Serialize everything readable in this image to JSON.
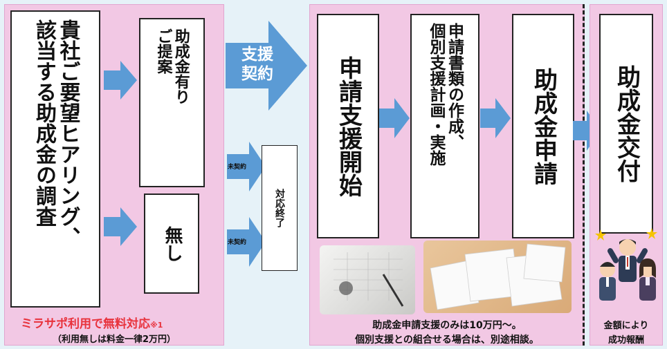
{
  "step1": {
    "title": "貴社ご要望ヒアリング、\n該当する助成金の調査",
    "option_yes": "助成金有り\nご提案",
    "option_no": "無し",
    "note_free": "ミラサポ利用で無料対応",
    "note_mark": "※1",
    "note_fee": "（利用無しは料金一律2万円）"
  },
  "contract": {
    "arrow_label": "支援\n契約",
    "no_contract_1": "未契約",
    "no_contract_2": "未契約",
    "end_box": "対応終了"
  },
  "step2": {
    "start": "申請支援開始",
    "docs": "申請書類の作成、\n個別支援計画・実施",
    "apply": "助成金申請",
    "fee_line1": "助成金申請支援のみは10万円〜。",
    "fee_line2": "個別支援との組合せる場合は、別途相談。"
  },
  "step3": {
    "grant": "助成金交付",
    "fee_line1": "金額により",
    "fee_line2": "成功報酬"
  },
  "colors": {
    "panel": "#f2c8e4",
    "arrow": "#5b9bd5",
    "note_red": "#e8323c"
  }
}
